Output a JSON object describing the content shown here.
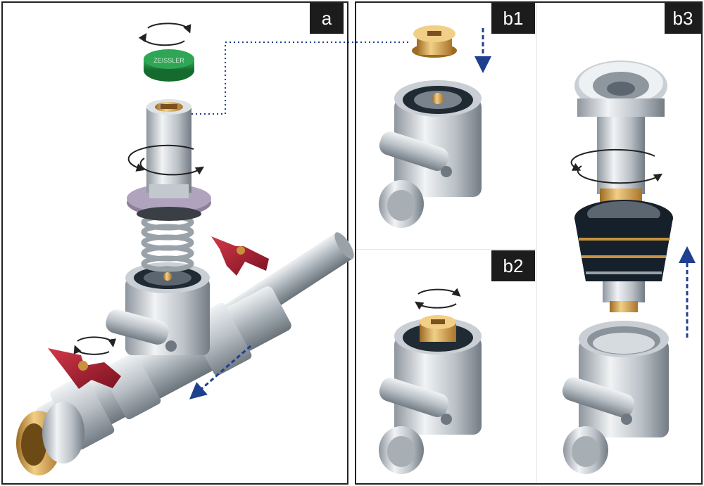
{
  "labels": {
    "a": "a",
    "b1": "b1",
    "b2": "b2",
    "b3": "b3"
  },
  "cap_text": "ZEISSLER",
  "colors": {
    "metal_light": "#e4e7ea",
    "metal_mid": "#b5bcc2",
    "metal_dark": "#6f7780",
    "brass": "#c8923c",
    "brass_light": "#f2cf86",
    "handle_red": "#9b1b2a",
    "cap_green": "#1d8a3e",
    "arrow_blue": "#1f3f8f",
    "gasket_black": "#15202b",
    "label_bg": "#1c1c1c"
  }
}
